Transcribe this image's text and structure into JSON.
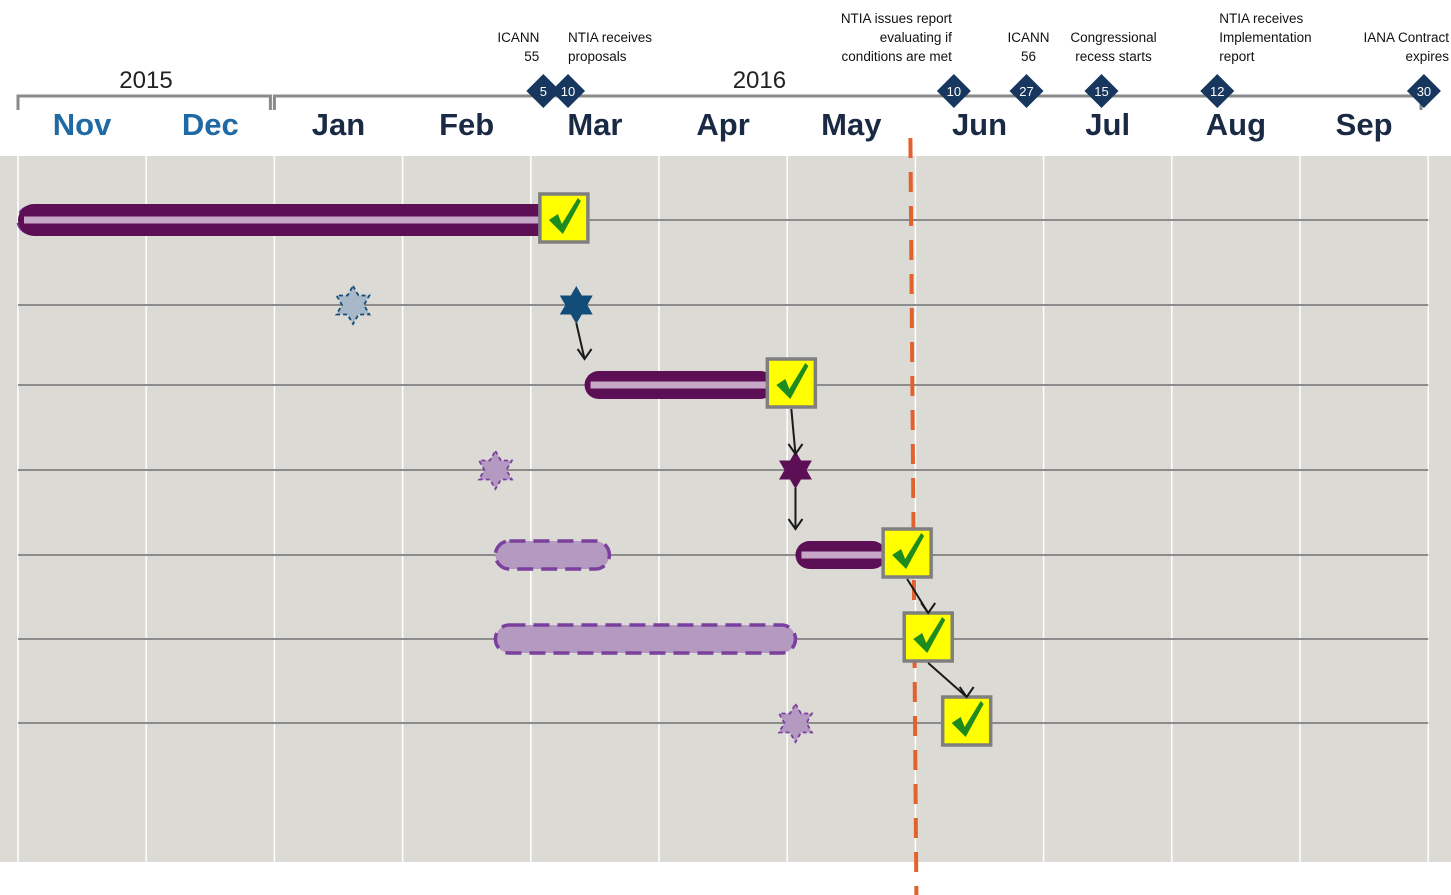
{
  "chart_data": {
    "type": "gantt-timeline",
    "years": [
      {
        "label": "2015",
        "months": [
          "Nov",
          "Dec"
        ]
      },
      {
        "label": "2016",
        "months": [
          "Jan",
          "Feb",
          "Mar",
          "Apr",
          "May",
          "Jun",
          "Jul",
          "Aug",
          "Sep"
        ]
      }
    ],
    "months": [
      {
        "label": "Nov",
        "year": 2015
      },
      {
        "label": "Dec",
        "year": 2015
      },
      {
        "label": "Jan",
        "year": 2016
      },
      {
        "label": "Feb",
        "year": 2016
      },
      {
        "label": "Mar",
        "year": 2016
      },
      {
        "label": "Apr",
        "year": 2016
      },
      {
        "label": "May",
        "year": 2016
      },
      {
        "label": "Jun",
        "year": 2016
      },
      {
        "label": "Jul",
        "year": 2016
      },
      {
        "label": "Aug",
        "year": 2016
      },
      {
        "label": "Sep",
        "year": 2016
      }
    ],
    "events": [
      {
        "day": "5",
        "date": "2016-03-05",
        "lines": [
          "ICANN",
          "55"
        ],
        "anchor": "end"
      },
      {
        "day": "10",
        "date": "2016-03-10",
        "lines": [
          "NTIA  receives",
          "proposals"
        ],
        "anchor": "start"
      },
      {
        "day": "10",
        "date": "2016-06-10",
        "lines": [
          "NTIA issues report",
          "evaluating if",
          "conditions are met"
        ],
        "anchor": "end"
      },
      {
        "day": "27",
        "date": "2016-06-27",
        "lines": [
          "ICANN",
          "56"
        ],
        "anchor": "middle"
      },
      {
        "day": "15",
        "date": "2016-07-15",
        "lines": [
          "Congressional",
          "recess starts"
        ],
        "anchor": "middle"
      },
      {
        "day": "12",
        "date": "2016-08-12",
        "lines": [
          "NTIA receives",
          "Implementation",
          "report"
        ],
        "anchor": "start"
      },
      {
        "day": "30",
        "date": "2016-09-30",
        "lines": [
          "IANA Contract",
          "expires"
        ],
        "anchor": "end"
      }
    ],
    "today_marker": "2016-06-01",
    "rows": [
      {
        "planned_bar": [
          "2015-11-01",
          "2016-02-28"
        ],
        "actual_bar": [
          "2015-11-01",
          "2016-03-07"
        ],
        "check": "2016-03-09"
      },
      {
        "planned_milestone": "2016-01-20",
        "actual_milestone": "2016-03-12"
      },
      {
        "actual_bar": [
          "2016-03-14",
          "2016-04-28"
        ],
        "check": "2016-05-02"
      },
      {
        "planned_milestone": "2016-02-22",
        "actual_milestone": "2016-05-03"
      },
      {
        "planned_bar": [
          "2016-02-22",
          "2016-03-20"
        ],
        "actual_bar": [
          "2016-05-03",
          "2016-05-25"
        ],
        "check": "2016-05-30"
      },
      {
        "planned_bar": [
          "2016-02-22",
          "2016-05-03"
        ],
        "check": "2016-06-04"
      },
      {
        "planned_milestone": "2016-05-03",
        "check": "2016-06-13"
      }
    ],
    "dependencies": [
      {
        "from_row": 1,
        "to_row": 2
      },
      {
        "from_row": 2,
        "to_row": 3
      },
      {
        "from_row": 3,
        "to_row": 4
      },
      {
        "from_row": 4,
        "to_row": 5
      },
      {
        "from_row": 5,
        "to_row": 6
      }
    ],
    "colors": {
      "plot_background": "#dcdad5",
      "grid": "#ffffff",
      "row_line": "#8c8c8c",
      "axis": "#8a8a8a",
      "bar_actual": "#5c0f55",
      "bar_actual_core": "#c8a8c8",
      "bar_planned_fill": "#b49ac0",
      "bar_planned_stroke": "#7b3f9e",
      "milestone_blue": "#124d7a",
      "milestone_blue_planned": "#a9b8c8",
      "milestone_purple": "#5c0f55",
      "milestone_purple_planned": "#b49ac0",
      "check_box": "#ffff00",
      "check_border": "#7f7f7f",
      "check_mark": "#1e8b1e",
      "month_2015": "#1f6aa5",
      "month_2016": "#1a2a44",
      "event_diamond": "#17375e",
      "today_line": "#e2622e"
    }
  }
}
